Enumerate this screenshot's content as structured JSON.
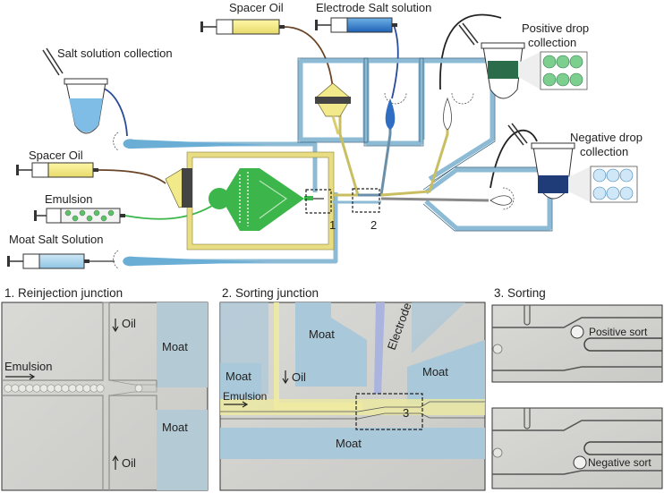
{
  "overview": {
    "spacer_oil_top": "Spacer Oil",
    "electrode_salt": "Electrode Salt solution",
    "salt_collection": "Salt solution collection",
    "positive_collection_line1": "Positive drop",
    "positive_collection_line2": "collection",
    "negative_collection_line1": "Negative drop",
    "negative_collection_line2": "collection",
    "spacer_oil_left": "Spacer Oil",
    "emulsion": "Emulsion",
    "moat_salt": "Moat Salt Solution",
    "box_1": "1",
    "box_2": "2"
  },
  "panel1": {
    "title": "1. Reinjection junction",
    "oil_top": "Oil",
    "oil_bottom": "Oil",
    "moat_top": "Moat",
    "moat_bottom": "Moat",
    "emulsion": "Emulsion"
  },
  "panel2": {
    "title": "2.  Sorting junction",
    "moat_top": "Moat",
    "moat_left": "Moat",
    "moat_right": "Moat",
    "moat_bottom": "Moat",
    "oil": "Oil",
    "emulsion": "Emulsion",
    "electrode": "Electrode",
    "box_3": "3"
  },
  "panel3": {
    "title": "3. Sorting",
    "positive": "Positive sort",
    "negative": "Negative sort"
  },
  "colors": {
    "moat_blue": "#9fc6dc",
    "oil_yellow": "#f4ee9c",
    "chip_green": "#3cb54a",
    "tube_blue": "#2a4a9a",
    "tube_brown": "#6a4426",
    "dark": "#222222"
  }
}
